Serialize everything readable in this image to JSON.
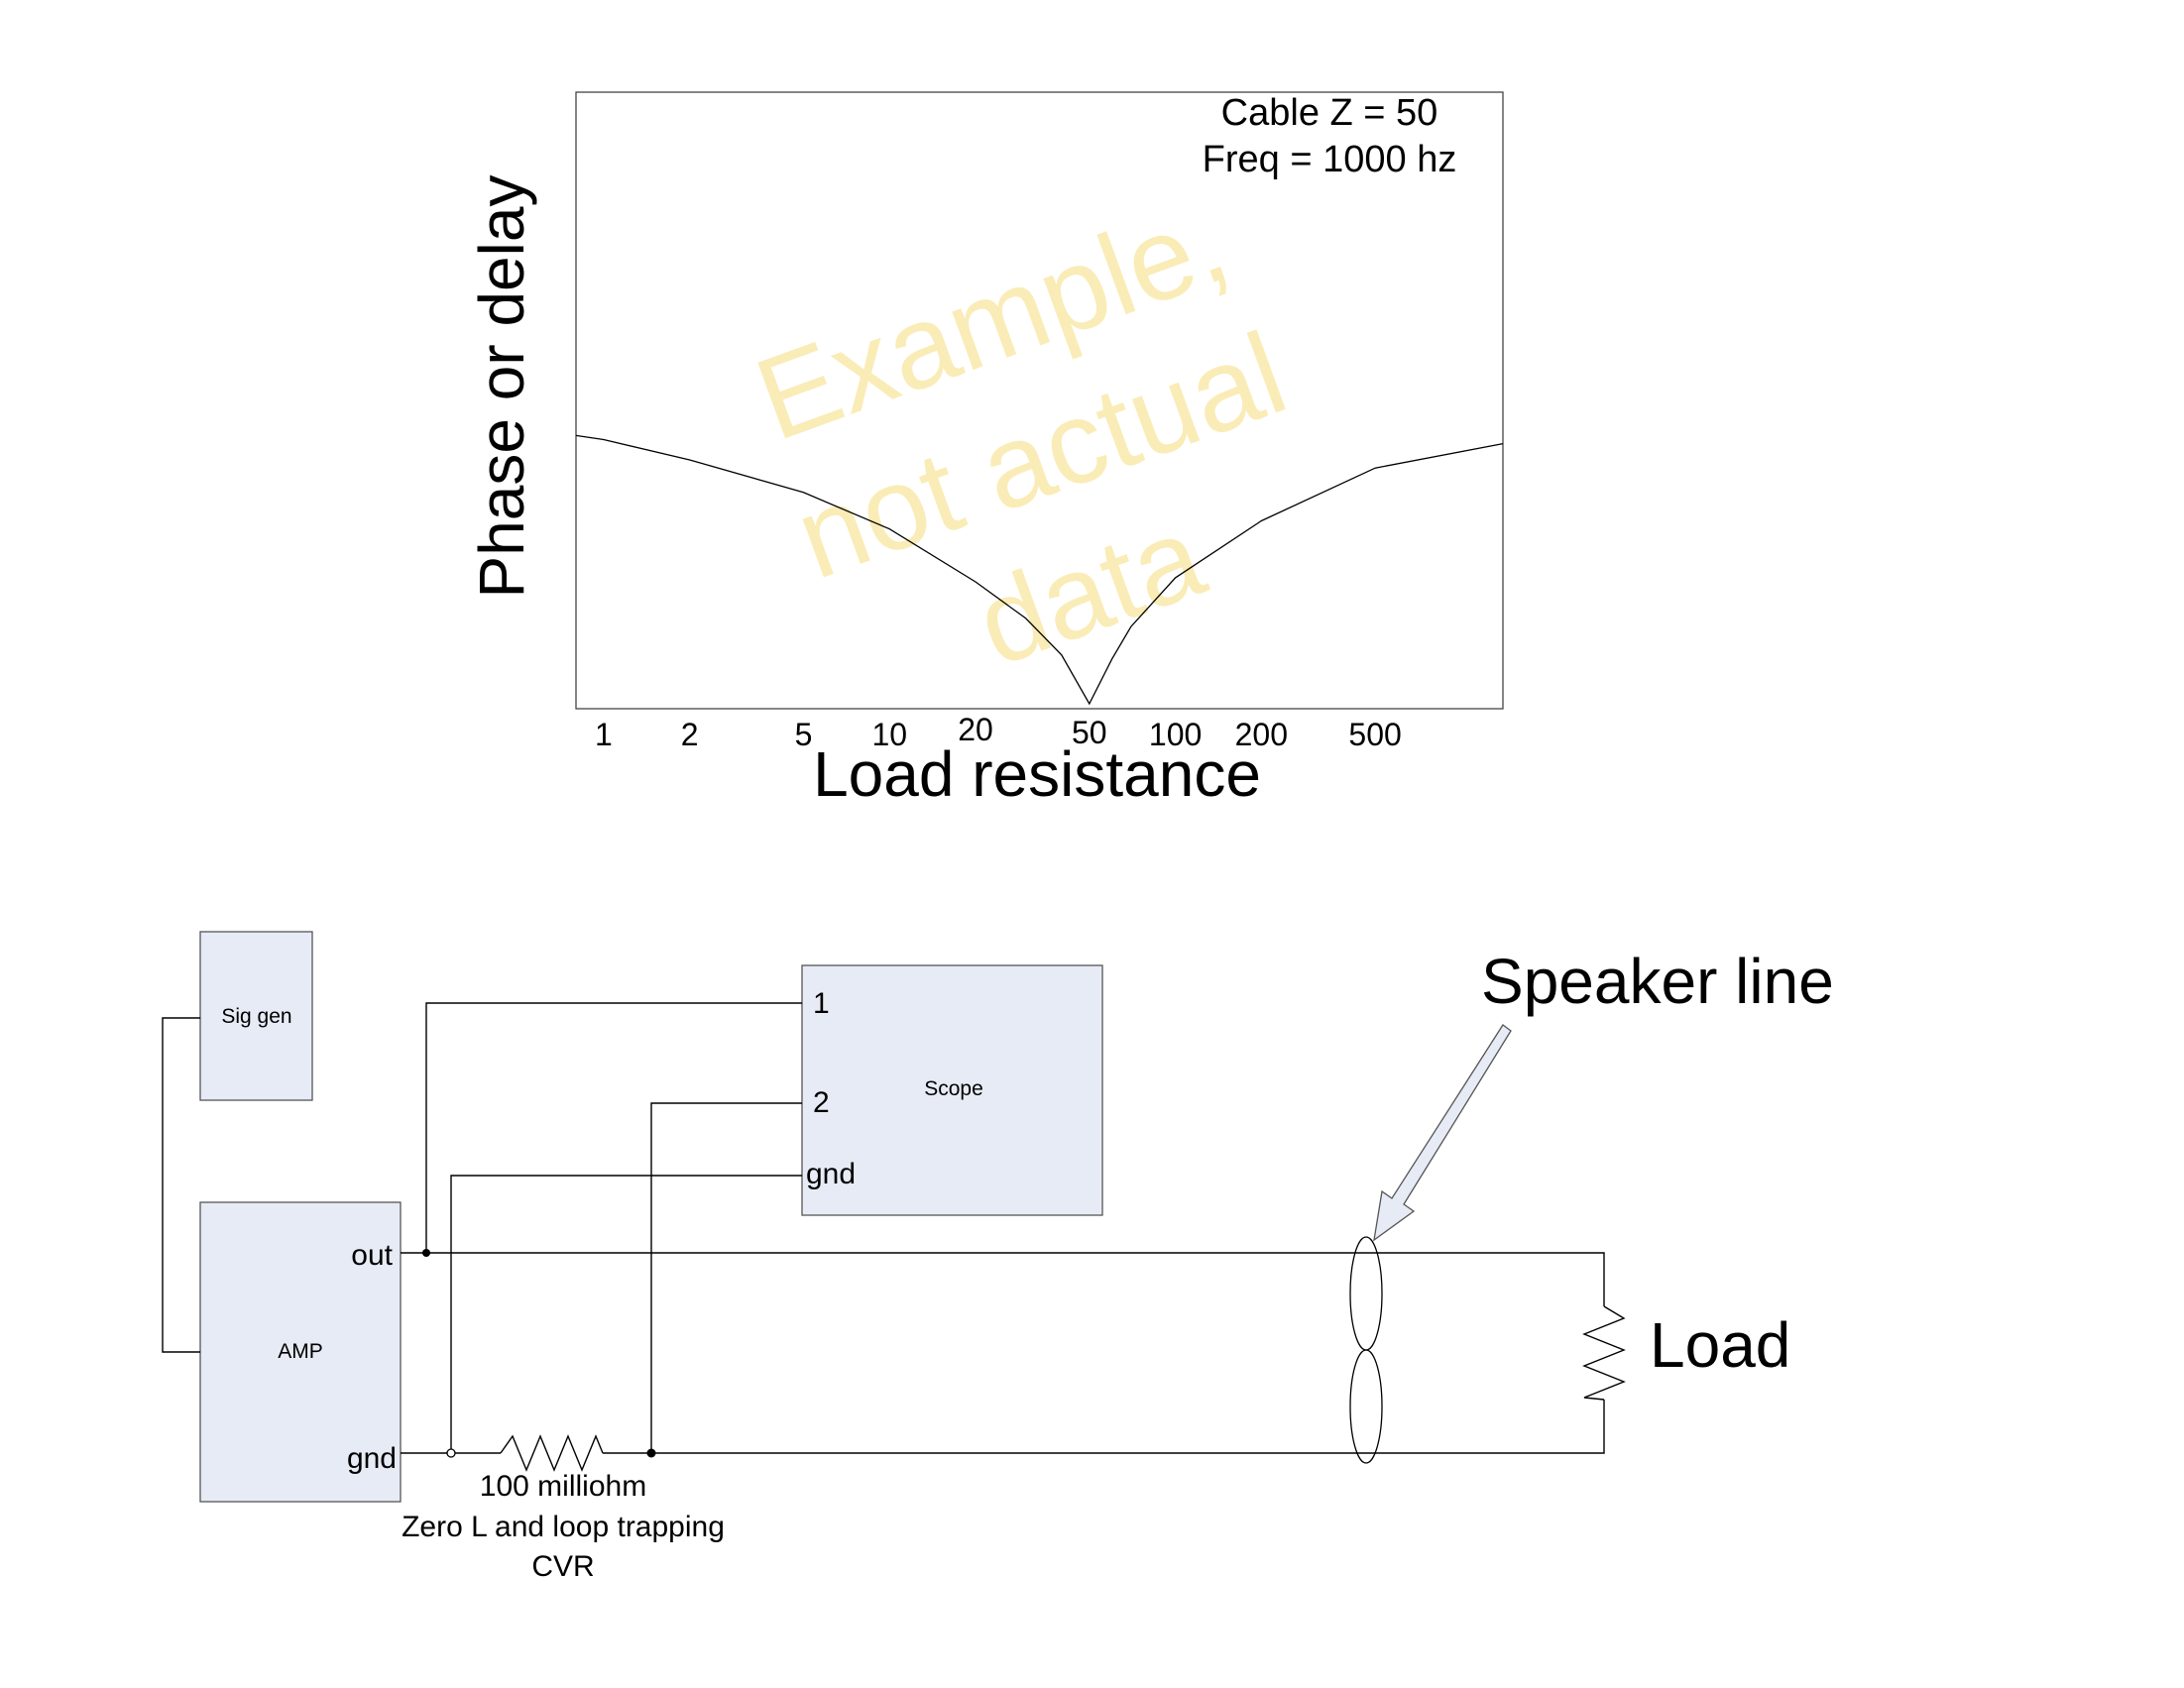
{
  "chart": {
    "annotations": [
      "Cable Z = 50",
      "Freq = 1000 hz"
    ],
    "watermark": [
      "Example,",
      "not actual",
      "data"
    ]
  },
  "chart_data": {
    "type": "line",
    "xlabel": "Load resistance",
    "ylabel": "Phase or delay",
    "xscale": "log",
    "xlim": [
      0.8,
      1400
    ],
    "x_tick_labels": [
      "1",
      "2",
      "5",
      "10",
      "20",
      "50",
      "100",
      "200",
      "500"
    ],
    "y_tick_labels": [],
    "grid": false,
    "series": [
      {
        "x": [
          0.8,
          1,
          2,
          5,
          10,
          20,
          30,
          40,
          50,
          60,
          70,
          100,
          200,
          500,
          1400
        ],
        "y": [
          0.66,
          0.65,
          0.6,
          0.52,
          0.43,
          0.3,
          0.21,
          0.12,
          0.0,
          0.11,
          0.19,
          0.31,
          0.45,
          0.58,
          0.64
        ]
      }
    ]
  },
  "schematic": {
    "sig_gen": "Sig gen",
    "amp": "AMP",
    "amp_out": "out",
    "amp_gnd": "gnd",
    "scope": "Scope",
    "scope_ch1": "1",
    "scope_ch2": "2",
    "scope_gnd": "gnd",
    "resistor_labels": [
      "100 milliohm",
      "Zero L and loop trapping",
      "CVR"
    ],
    "speaker_line": "Speaker line",
    "load": "Load"
  },
  "colors": {
    "box_fill": "#e6ebf5",
    "watermark": "#f9e8a6",
    "line": "#000000"
  }
}
